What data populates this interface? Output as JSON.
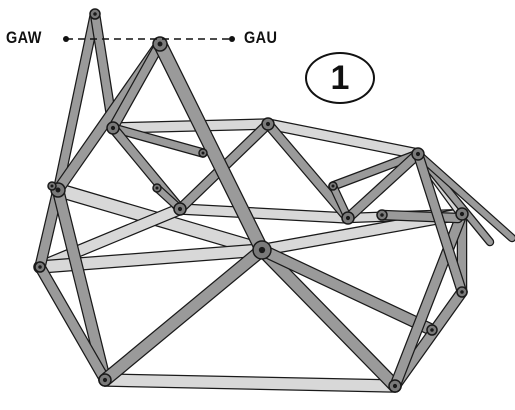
{
  "labels": {
    "left": "GAW",
    "right": "GAU"
  },
  "step": {
    "number": "1"
  },
  "colors": {
    "pole_dark": "#9a9a9a",
    "pole_light": "#d8d8d8",
    "outline": "#1a1a1a",
    "connector": "#7a7a7a"
  }
}
